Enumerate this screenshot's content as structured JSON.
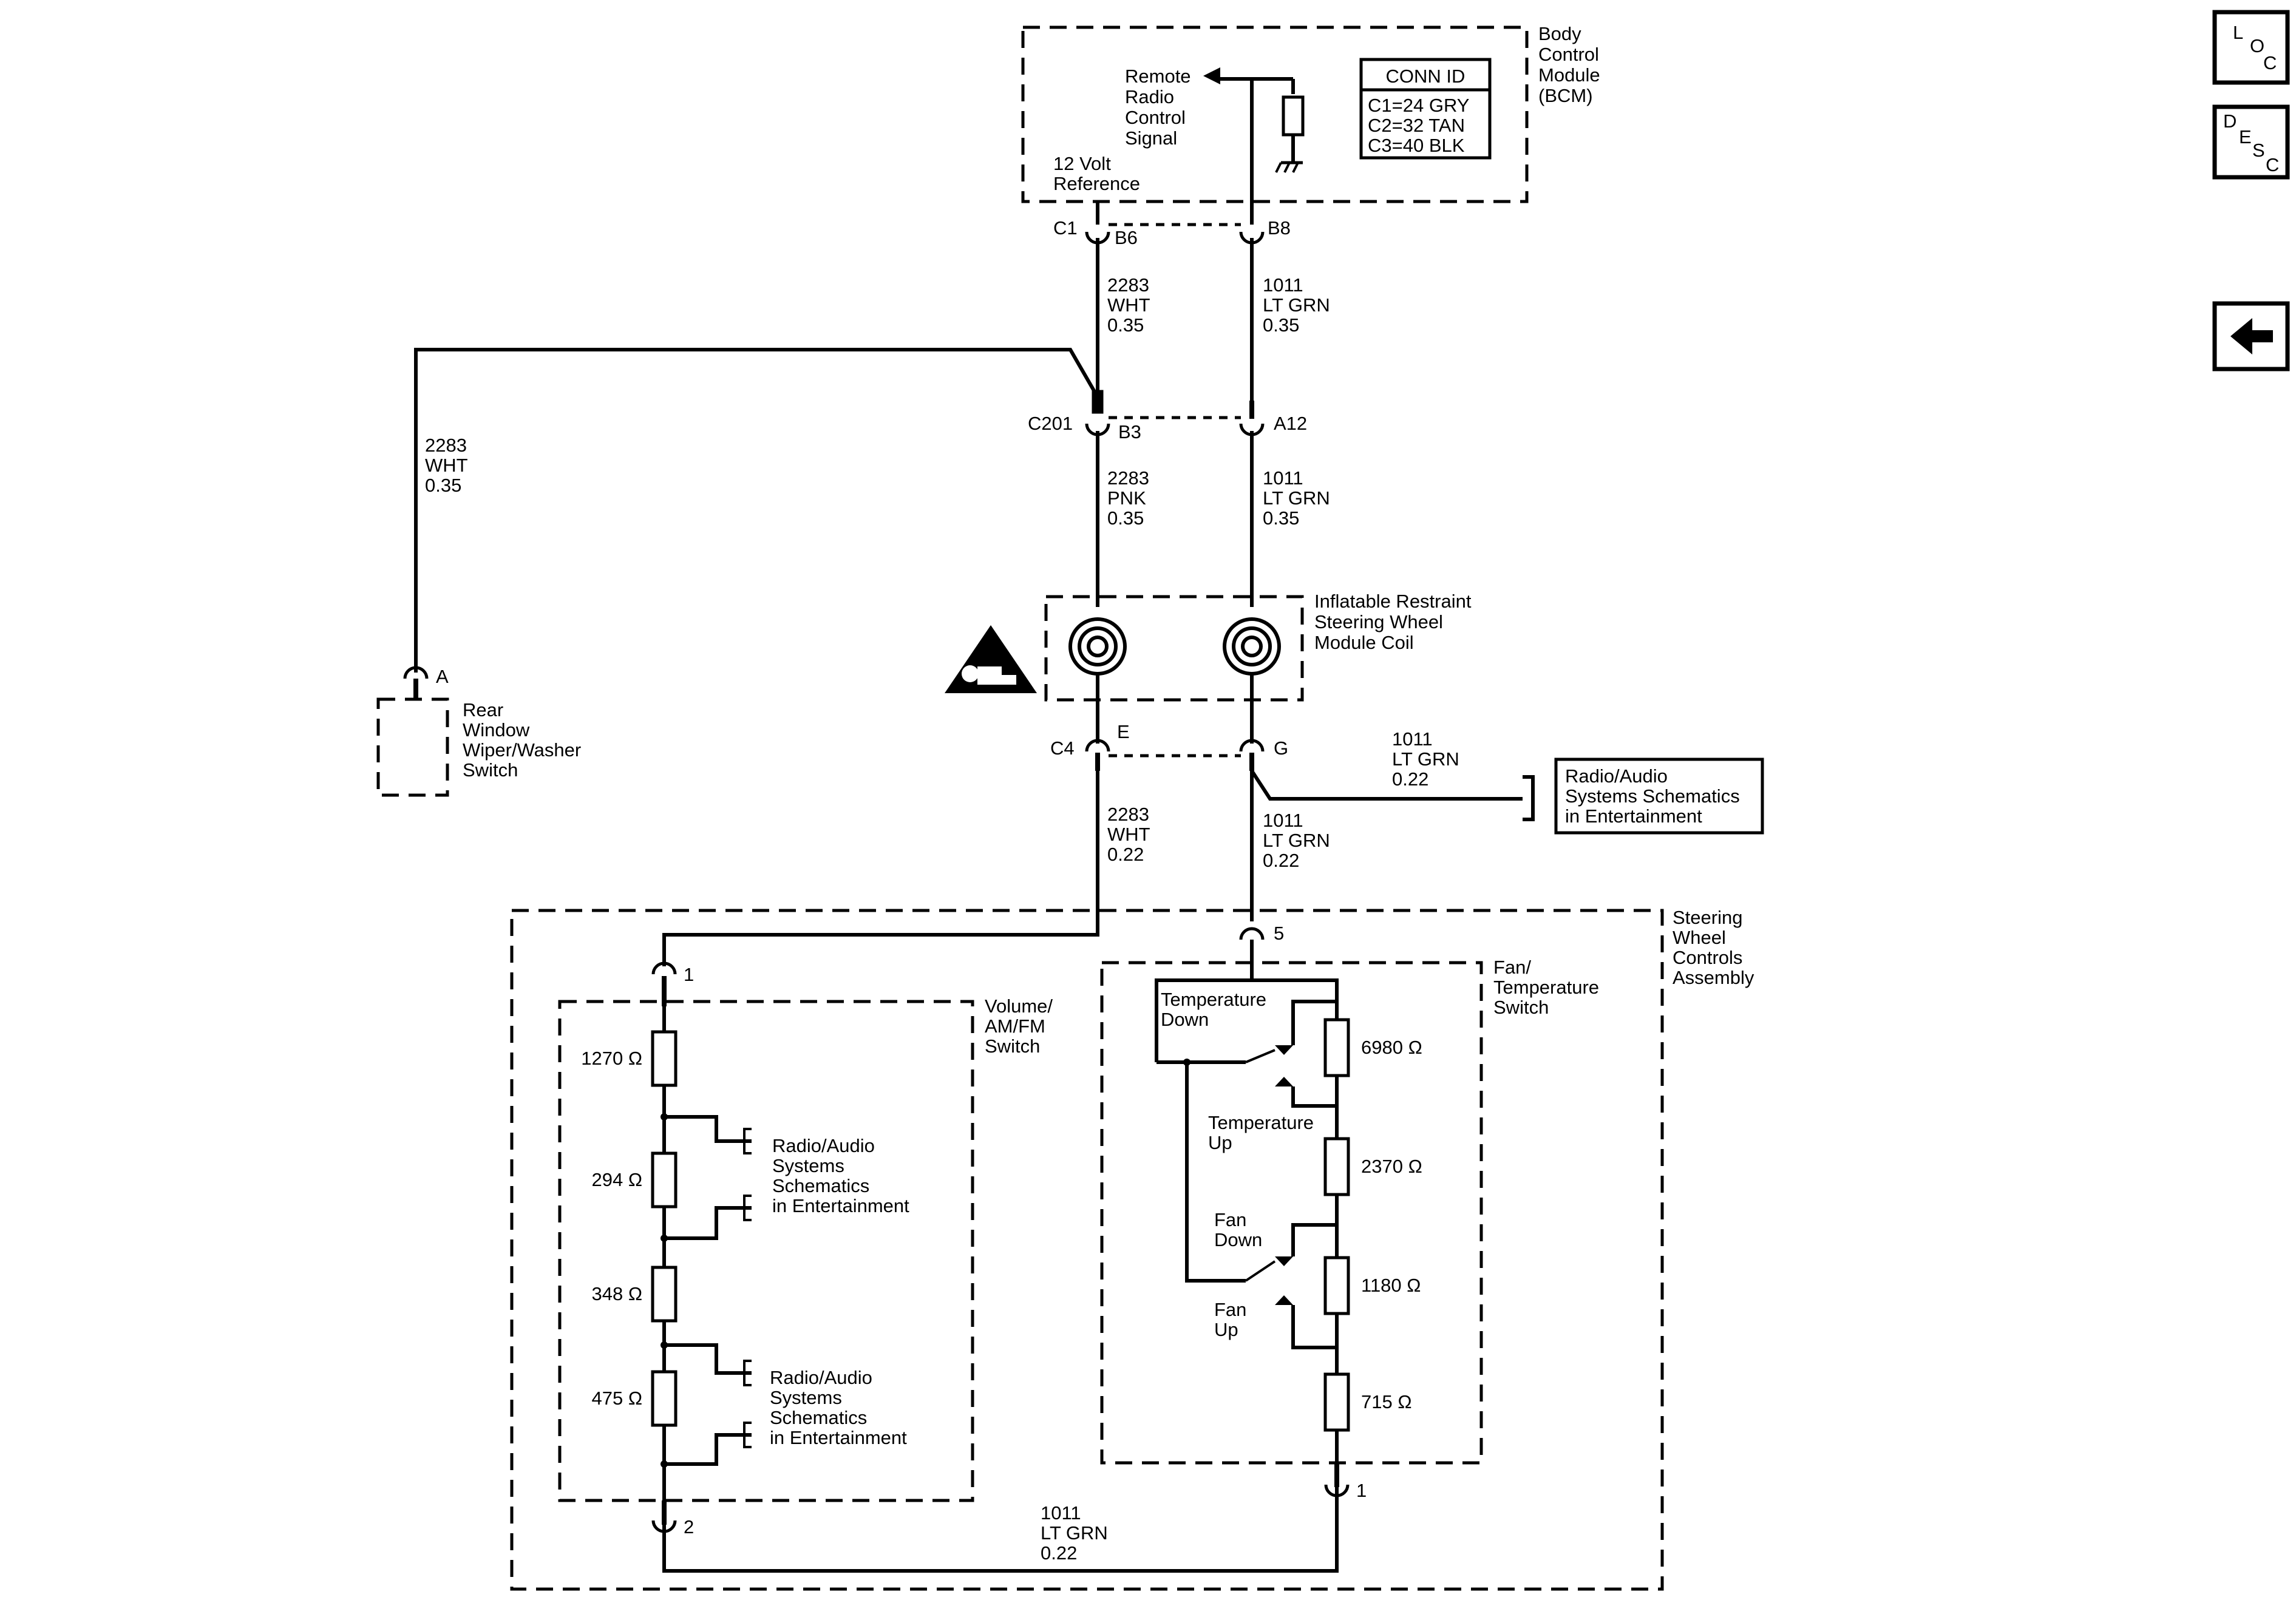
{
  "bcm": {
    "name": [
      "Body",
      "Control",
      "Module",
      "(BCM)"
    ],
    "signal": [
      "Remote",
      "Radio",
      "Control",
      "Signal"
    ],
    "reference": [
      "12 Volt",
      "Reference"
    ],
    "conn_id": {
      "title": "CONN ID",
      "rows": [
        "C1=24 GRY",
        "C2=32 TAN",
        "C3=40 BLK"
      ]
    }
  },
  "connectors": {
    "c1": "C1",
    "b6": "B6",
    "b8": "B8",
    "c201": "C201",
    "b3": "B3",
    "a12": "A12",
    "c4": "C4",
    "e": "E",
    "g": "G",
    "a": "A",
    "pin5": "5",
    "pin1_left": "1",
    "pin2": "2",
    "pin1_right": "1"
  },
  "wires": {
    "bcm_left": [
      "2283",
      "WHT",
      "0.35"
    ],
    "bcm_right": [
      "1011",
      "LT GRN",
      "0.35"
    ],
    "rear_feed": [
      "2283",
      "WHT",
      "0.35"
    ],
    "c201_left": [
      "2283",
      "PNK",
      "0.35"
    ],
    "c201_right": [
      "1011",
      "LT GRN",
      "0.35"
    ],
    "g_branch": [
      "1011",
      "LT GRN",
      "0.22"
    ],
    "c4_left": [
      "2283",
      "WHT",
      "0.22"
    ],
    "c4_right": [
      "1011",
      "LT GRN",
      "0.22"
    ],
    "bottom": [
      "1011",
      "LT GRN",
      "0.22"
    ]
  },
  "components": {
    "coil": [
      "Inflatable Restraint",
      "Steering Wheel",
      "Module Coil"
    ],
    "rear_switch": [
      "Rear",
      "Window",
      "Wiper/Washer",
      "Switch"
    ],
    "radio_ref_top": [
      "Radio/Audio",
      "Systems Schematics",
      "in Entertainment"
    ],
    "steering_assembly": [
      "Steering",
      "Wheel",
      "Controls",
      "Assembly"
    ],
    "volume_switch": [
      "Volume/",
      "AM/FM",
      "Switch"
    ],
    "fan_switch": [
      "Fan/",
      "Temperature",
      "Switch"
    ],
    "radio_ref_1": [
      "Radio/Audio",
      "Systems",
      "Schematics",
      "in Entertainment"
    ],
    "radio_ref_2": [
      "Radio/Audio",
      "Systems",
      "Schematics",
      "in Entertainment"
    ]
  },
  "resistors": {
    "vol": [
      "1270 Ω",
      "294 Ω",
      "348 Ω",
      "475 Ω"
    ],
    "fan": [
      "6980 Ω",
      "2370 Ω",
      "1180 Ω",
      "715 Ω"
    ]
  },
  "switch_labels": {
    "temp_down": [
      "Temperature",
      "Down"
    ],
    "temp_up": [
      "Temperature",
      "Up"
    ],
    "fan_down": [
      "Fan",
      "Down"
    ],
    "fan_up": [
      "Fan",
      "Up"
    ]
  },
  "nav": {
    "loc": [
      "L",
      "O",
      "C"
    ],
    "desc": [
      "D",
      "E",
      "S",
      "C"
    ],
    "back_icon": "left-arrow-icon"
  },
  "warning_icon": "airbag-warning-icon"
}
